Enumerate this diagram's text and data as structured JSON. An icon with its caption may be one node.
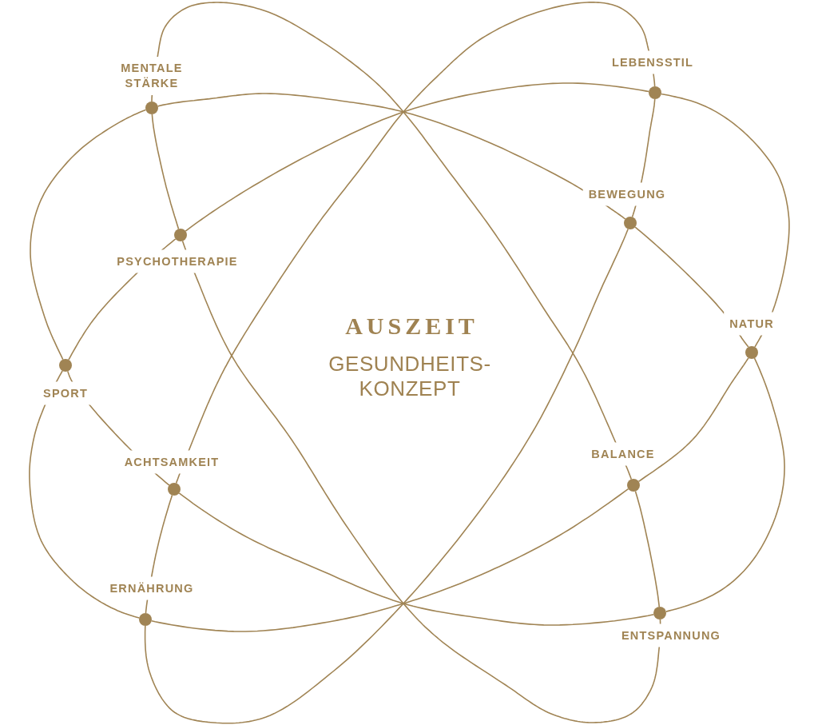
{
  "diagram": {
    "title": "AUSZEIT",
    "nodes": [
      {
        "text": [],
        "shape": "circle",
        "beside": [
          "MENTALE STÄRKE"
        ]
      },
      {
        "text": [],
        "shape": "circle",
        "beside": [
          "LEBENSSTIL"
        ]
      },
      {
        "text": [],
        "shape": "circle",
        "beside": [
          "PSYCHOTHERAPIE"
        ]
      },
      {
        "text": [],
        "shape": "circle",
        "beside": [
          "BEWEGUNG"
        ]
      },
      {
        "text": [],
        "shape": "circle",
        "beside": [
          "SPORT"
        ]
      },
      {
        "text": [],
        "shape": "circle",
        "beside": [
          "NATUR"
        ]
      },
      {
        "text": [],
        "shape": "circle",
        "beside": [
          "ACHTSAMKEIT"
        ]
      },
      {
        "text": [],
        "shape": "circle",
        "beside": [
          "BALANCE"
        ]
      },
      {
        "text": [],
        "shape": "circle",
        "beside": [
          "ERNÄHRUNG"
        ]
      },
      {
        "text": [],
        "shape": "circle",
        "beside": [
          "ENTSPANNUNG"
        ]
      }
    ],
    "edges": [
      {
        "from": 0,
        "to": 3,
        "arrow": "none"
      },
      {
        "from": 0,
        "to": 7,
        "arrow": "none"
      },
      {
        "from": 1,
        "to": 2,
        "arrow": "none"
      },
      {
        "from": 1,
        "to": 6,
        "arrow": "none"
      },
      {
        "from": 2,
        "to": 0,
        "arrow": "none"
      },
      {
        "from": 2,
        "to": 4,
        "arrow": "none"
      },
      {
        "from": 3,
        "to": 1,
        "arrow": "none"
      },
      {
        "from": 3,
        "to": 5,
        "arrow": "none"
      },
      {
        "from": 4,
        "to": 0,
        "arrow": "none"
      },
      {
        "from": 4,
        "to": 8,
        "arrow": "none"
      },
      {
        "from": 5,
        "to": 1,
        "arrow": "none"
      },
      {
        "from": 5,
        "to": 9,
        "arrow": "none"
      },
      {
        "from": 6,
        "to": 4,
        "arrow": "none"
      },
      {
        "from": 6,
        "to": 8,
        "arrow": "none"
      },
      {
        "from": 7,
        "to": 5,
        "arrow": "none"
      },
      {
        "from": 7,
        "to": 9,
        "arrow": "none"
      },
      {
        "from": 8,
        "to": 3,
        "arrow": "none"
      },
      {
        "from": 8,
        "to": 7,
        "arrow": "none"
      },
      {
        "from": 9,
        "to": 2,
        "arrow": "none"
      },
      {
        "from": 9,
        "to": 6,
        "arrow": "none"
      }
    ],
    "labels": [
      "GESUNDHEITS-KONZEPT"
    ]
  }
}
